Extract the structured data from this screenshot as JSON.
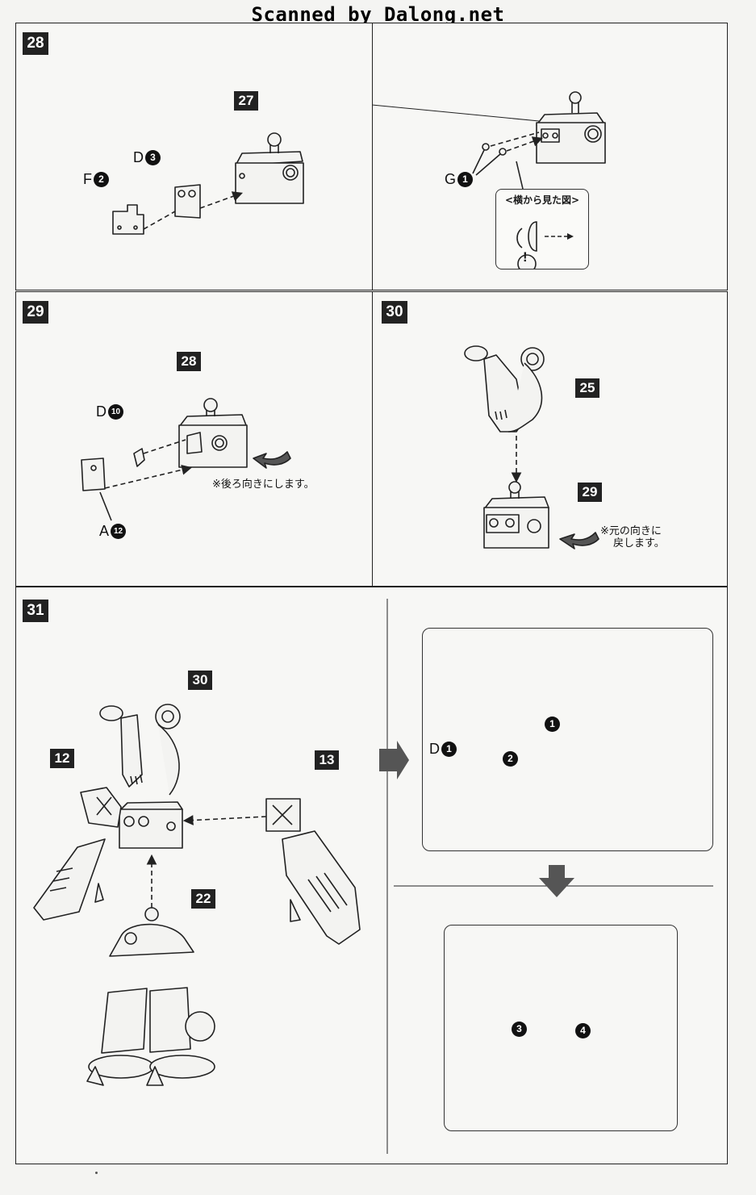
{
  "header": {
    "scan_credit": "Scanned by Dalong.net"
  },
  "steps": {
    "s28": {
      "number": "28",
      "refs": {
        "assembly": "27"
      },
      "parts": {
        "f": "F",
        "f_num": "2",
        "d": "D",
        "d_num": "3",
        "g": "G",
        "g_num": "1"
      },
      "side_view_title": "<横から見た図>",
      "warning": "!"
    },
    "s29": {
      "number": "29",
      "refs": {
        "assembly": "28"
      },
      "parts": {
        "d": "D",
        "d_num": "10",
        "a": "A",
        "a_num": "12"
      },
      "note": "※後ろ向きにします。"
    },
    "s30": {
      "number": "30",
      "refs": {
        "top": "25",
        "bottom": "29"
      },
      "note_line1": "※元の向きに",
      "note_line2": "戻します。"
    },
    "s31": {
      "number": "31",
      "refs": {
        "body": "30",
        "left_arm": "12",
        "right_arm": "13",
        "legs": "22"
      },
      "parts": {
        "d": "D",
        "d_num": "1"
      },
      "callouts": [
        "1",
        "2",
        "3",
        "4"
      ]
    }
  }
}
